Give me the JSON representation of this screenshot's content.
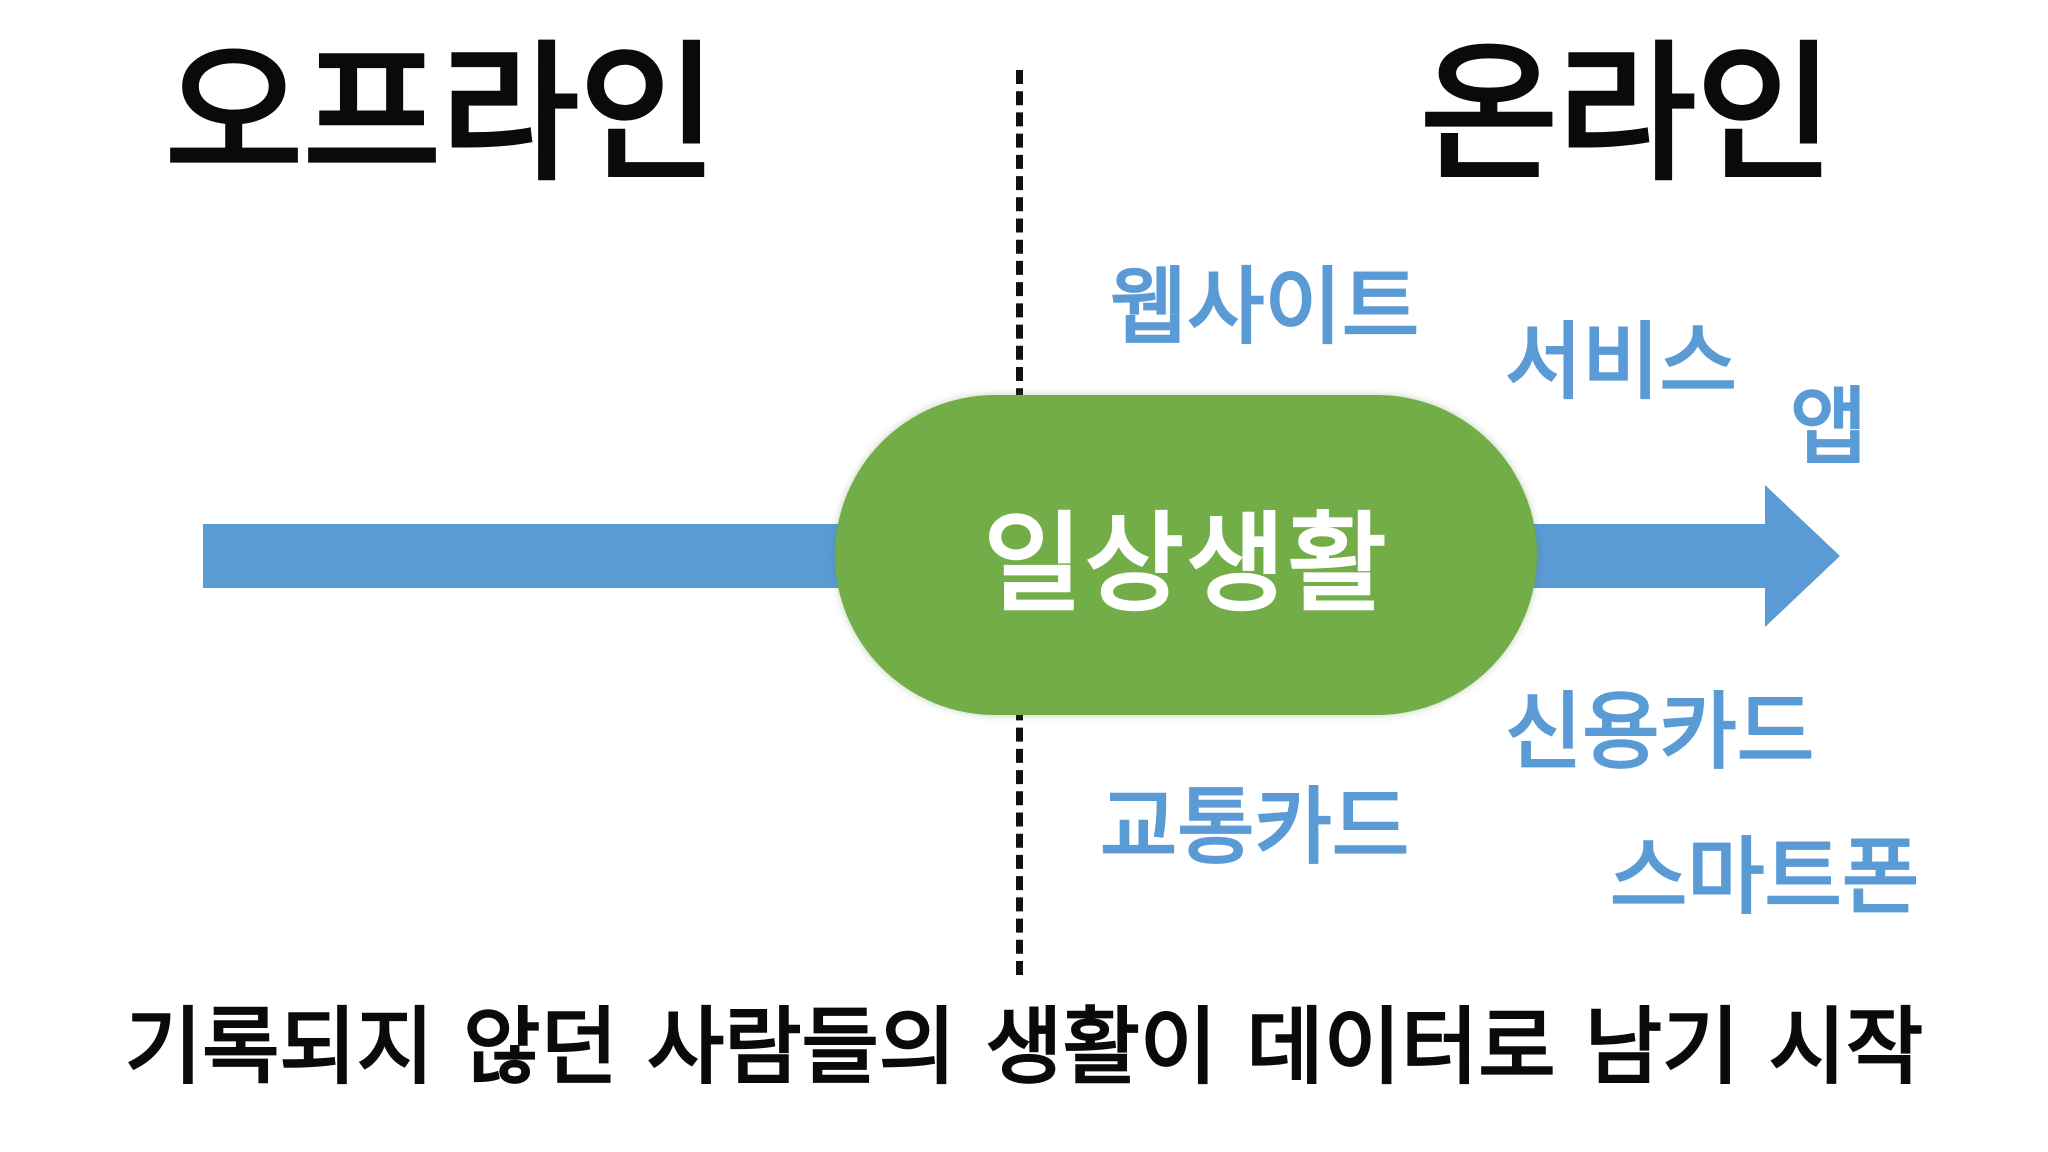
{
  "headings": {
    "offline": "오프라인",
    "online": "온라인"
  },
  "center": {
    "label": "일상생활"
  },
  "online_items": {
    "website": "웹사이트",
    "service": "서비스",
    "app": "앱",
    "credit_card": "신용카드",
    "transit_card": "교통카드",
    "smartphone": "스마트폰"
  },
  "caption": "기록되지 않던 사람들의 생활이 데이터로 남기 시작",
  "colors": {
    "arrow": "#5b9bd5",
    "pill": "#72ad47",
    "item_text": "#5b9bd5",
    "heading_text": "#0a0a0a",
    "divider": "#111111"
  }
}
